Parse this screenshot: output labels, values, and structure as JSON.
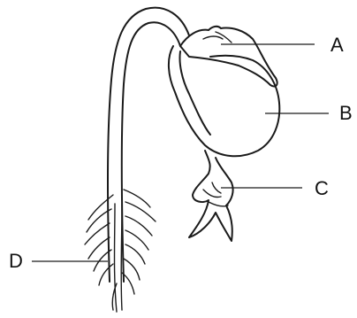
{
  "diagram": {
    "labels": {
      "a": "A",
      "b": "B",
      "c": "C",
      "d": "D"
    },
    "colors": {
      "ink": "#1a1a1a",
      "background": "#ffffff"
    }
  }
}
